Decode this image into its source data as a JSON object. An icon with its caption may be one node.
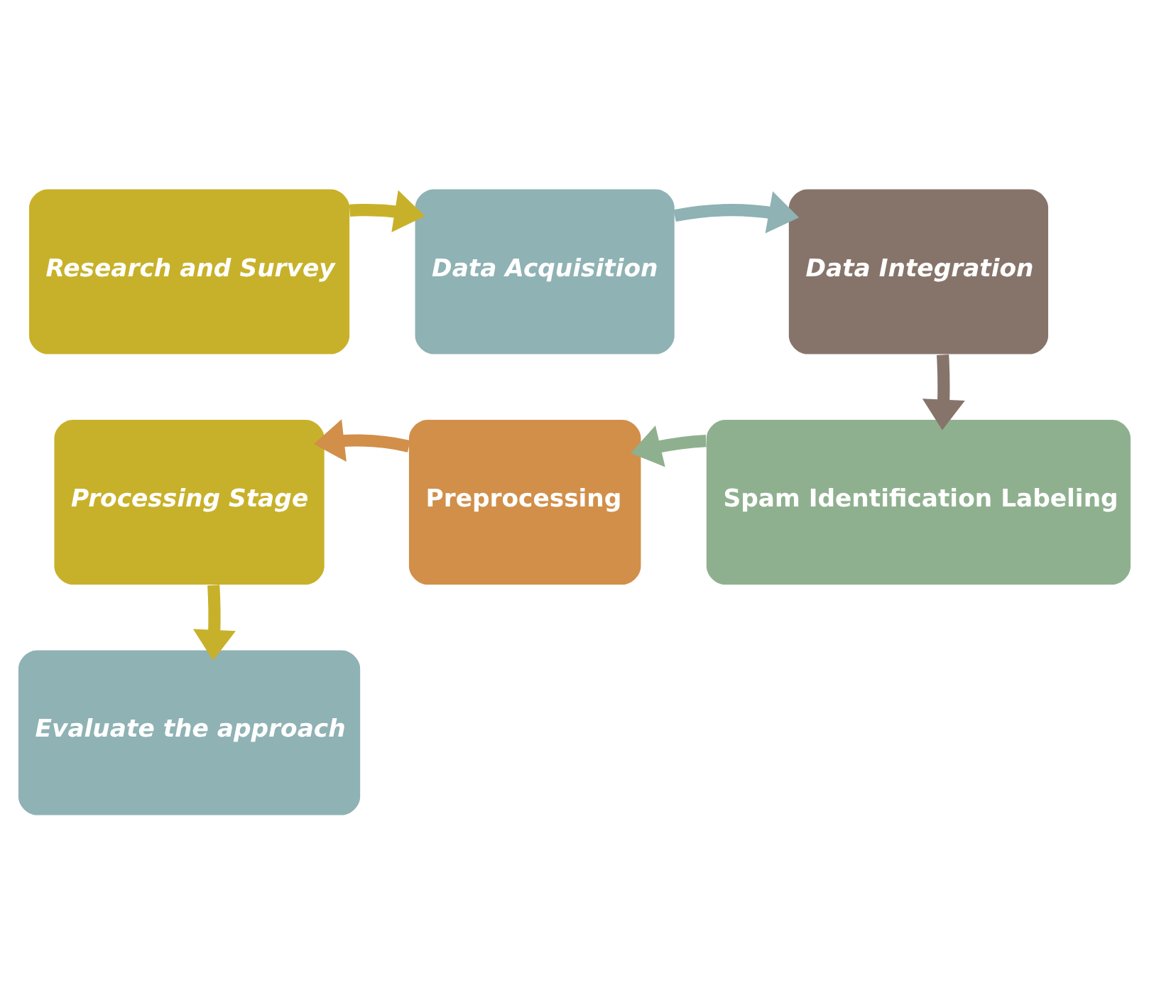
{
  "diagram": {
    "nodes": [
      {
        "text": [
          "Research and Survey"
        ]
      },
      {
        "text": [
          "Data Acquisition"
        ]
      },
      {
        "text": [
          "Data Integration"
        ]
      },
      {
        "text": [
          "Spam Identification Labeling"
        ]
      },
      {
        "text": [
          "Preprocessing"
        ]
      },
      {
        "text": [
          "Processing Stage"
        ]
      },
      {
        "text": [
          "Evaluate the approach"
        ]
      }
    ],
    "edges": [
      {
        "from": 0,
        "to": 1,
        "arrow": "to",
        "color": "#c8b12a"
      },
      {
        "from": 1,
        "to": 2,
        "arrow": "to",
        "color": "#8fb2b4"
      },
      {
        "from": 2,
        "to": 3,
        "arrow": "to",
        "color": "#86746a"
      },
      {
        "from": 3,
        "to": 4,
        "arrow": "to",
        "color": "#8fb08f"
      },
      {
        "from": 4,
        "to": 5,
        "arrow": "to",
        "color": "#d18f4a"
      },
      {
        "from": 5,
        "to": 6,
        "arrow": "to",
        "color": "#c8b12a"
      }
    ]
  }
}
